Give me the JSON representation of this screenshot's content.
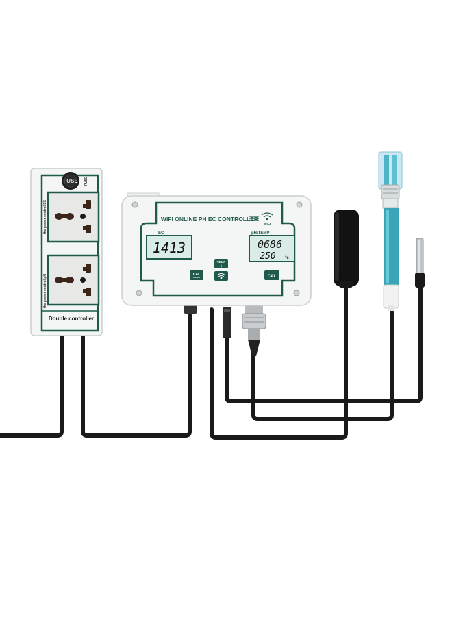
{
  "power_box": {
    "fuse_text": "FUSE",
    "fuse_side_text": "FUSE",
    "top_side_text": "the power control EC",
    "bottom_side_text": "the power control pH",
    "label": "Double controller"
  },
  "controller": {
    "title": "WIFI ONLINE PH EC CONTROLLER",
    "wifi_label": "WIFI",
    "ec_label": "EC",
    "ec_value": "1413",
    "ph_temp_label": "pH/TEMP",
    "ph_value": "0686",
    "temp_value": "250",
    "temp_unit": "°c",
    "cal_left_label": "CAL",
    "temp_button_label": "TEMP",
    "temp_button_symbol": "+",
    "cal_right_label": "CAL"
  },
  "colors": {
    "housing": "#f4f6f5",
    "trim": "#1f5a4c",
    "lcd_bg": "#d9ece7",
    "cable": "#1a1a1a",
    "socket_face": "#e8e8e6",
    "probe_blue": "#3aa5b8"
  }
}
